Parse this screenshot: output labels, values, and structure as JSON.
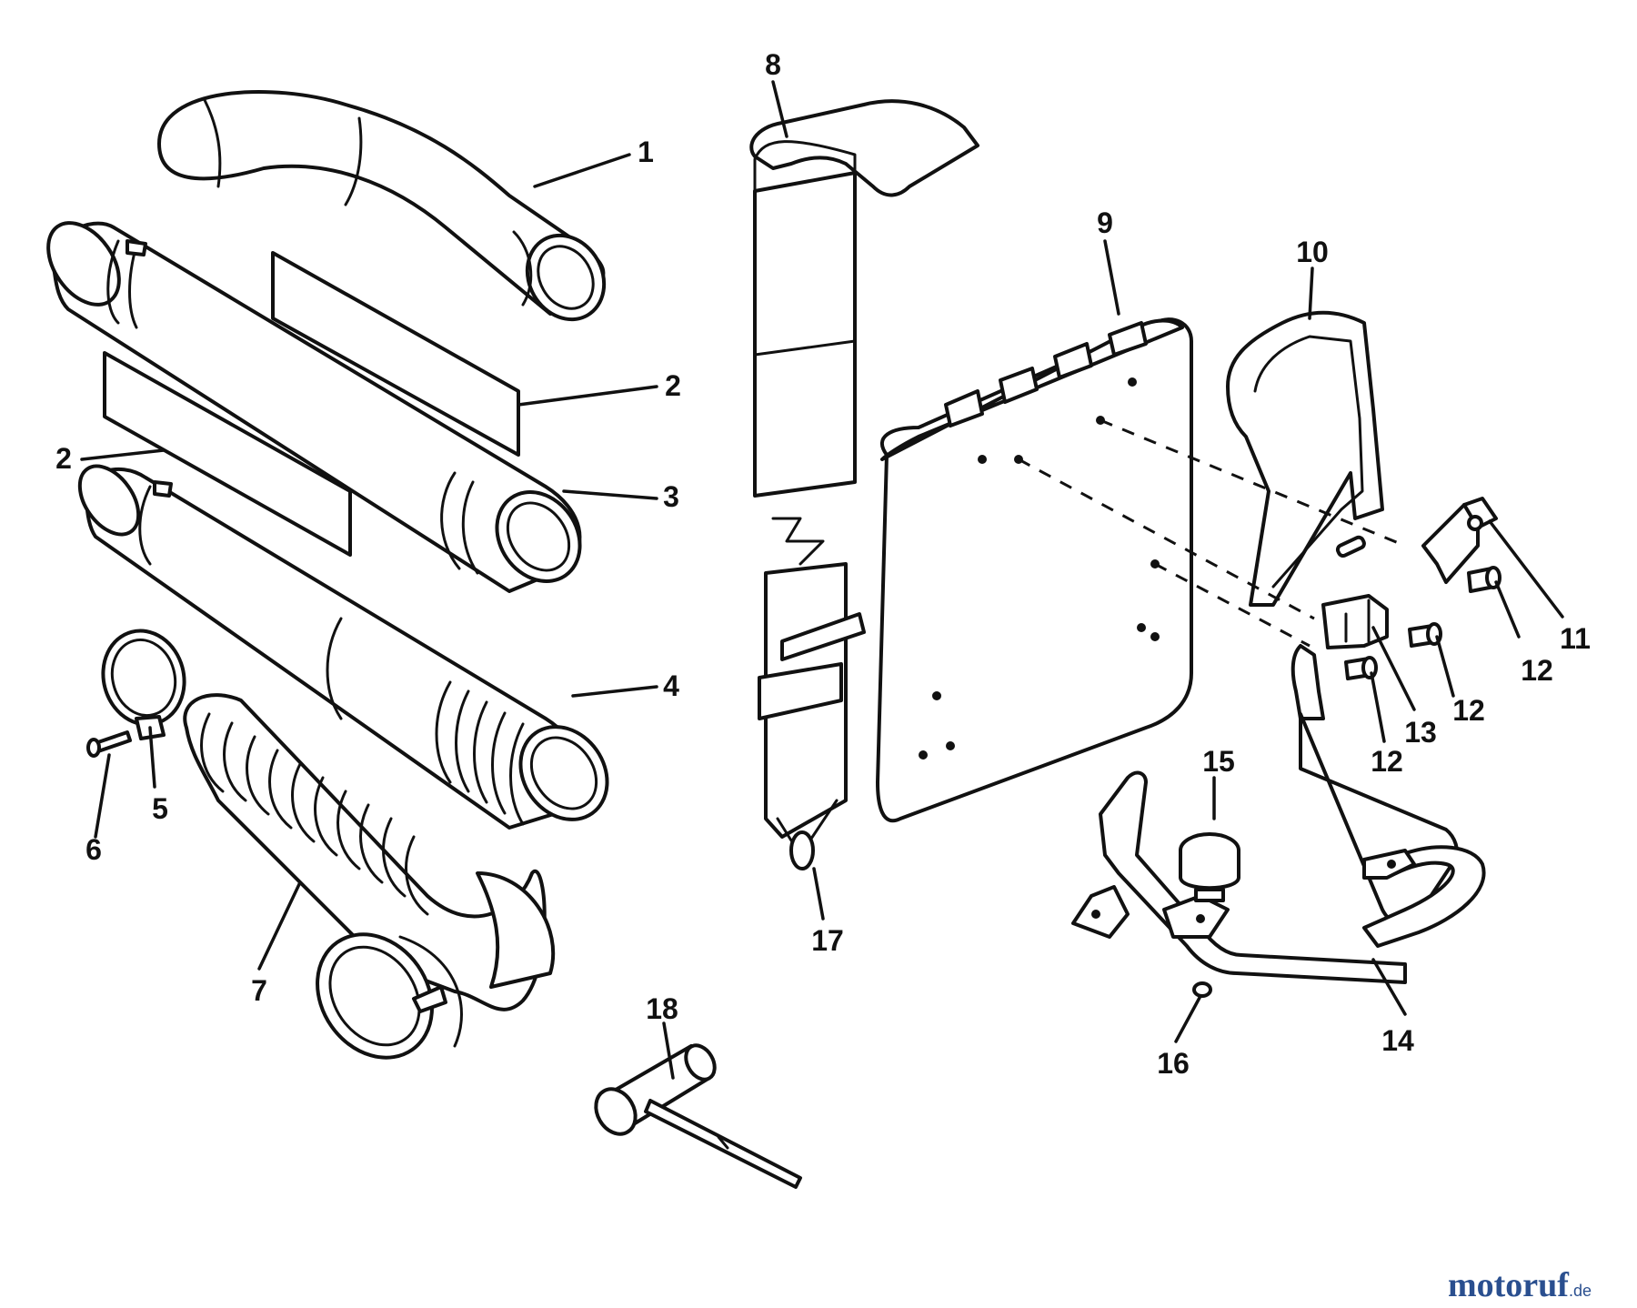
{
  "callouts": {
    "c1": "1",
    "c2a": "2",
    "c2b": "2",
    "c3": "3",
    "c4": "4",
    "c5": "5",
    "c6": "6",
    "c7": "7",
    "c8": "8",
    "c9": "9",
    "c10": "10",
    "c11": "11",
    "c12a": "12",
    "c12b": "12",
    "c12c": "12",
    "c13": "13",
    "c14": "14",
    "c15": "15",
    "c16": "16",
    "c17": "17",
    "c18": "18"
  },
  "watermark": {
    "brand": "motoruf",
    "suffix": ".de",
    "brand_color": "#2a4f8f",
    "accent_color": "#e07a1f"
  }
}
